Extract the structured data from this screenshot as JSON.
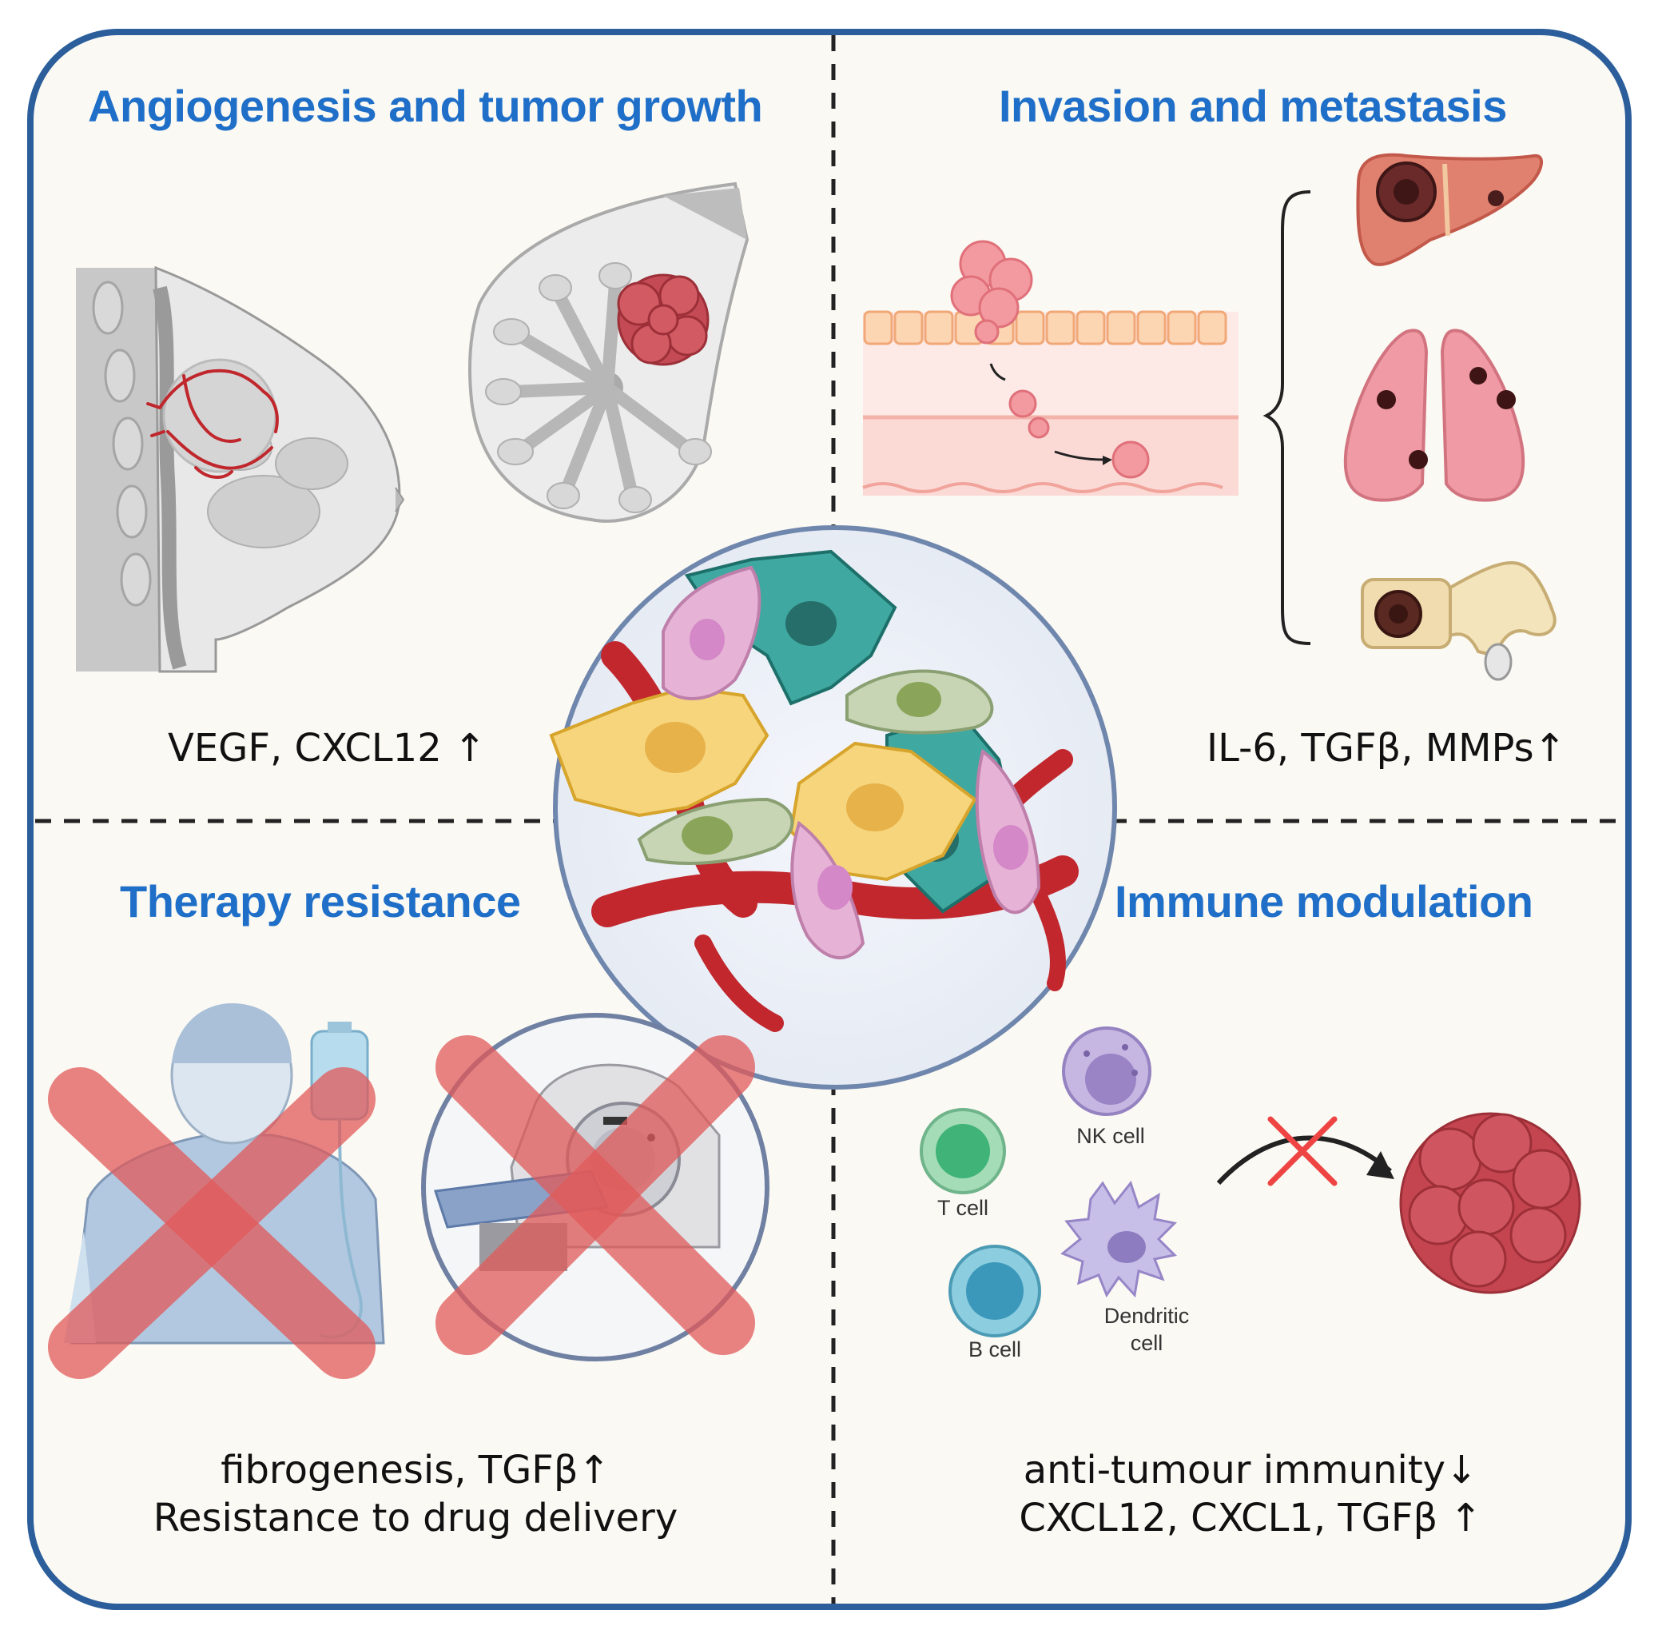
{
  "colors": {
    "frame": "#2b5e9a",
    "background": "#fbf9f3",
    "title": "#1f6fc9",
    "divider": "#222222",
    "cross": "#e05a5a"
  },
  "quadrants": {
    "top_left": {
      "title": "Angiogenesis and tumor growth",
      "text": "VEGF, CXCL12 ↑"
    },
    "top_right": {
      "title": "Invasion and metastasis",
      "text": "IL-6, TGFβ, MMPs↑"
    },
    "bottom_left": {
      "title": "Therapy resistance",
      "text_line1": "fibrogenesis, TGFβ↑",
      "text_line2": "Resistance to drug delivery"
    },
    "bottom_right": {
      "title": "Immune modulation",
      "text_line1": "anti-tumour immunity↓",
      "text_line2": "CXCL12, CXCL1, TGFβ ↑"
    }
  },
  "immune_cells": {
    "t_cell": "T cell",
    "nk_cell": "NK cell",
    "b_cell": "B cell",
    "dendritic_line1": "Dendritic",
    "dendritic_line2": "cell"
  },
  "icons": {
    "center": "fibroblast-cluster-icon",
    "breast_side": "breast-side-view-icon",
    "breast_front": "breast-front-view-icon",
    "invasion": "vessel-invasion-icon",
    "liver": "liver-icon",
    "lung": "lung-icon",
    "bone": "vertebra-icon",
    "patient": "patient-iv-icon",
    "scanner": "radiotherapy-machine-icon",
    "tumor": "tumor-icon"
  }
}
